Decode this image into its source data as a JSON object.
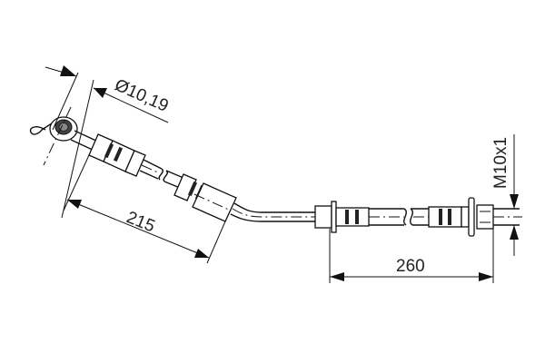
{
  "drawing": {
    "type": "brake-hose-technical-drawing",
    "dimensions": {
      "bore_diameter": "Ø10,19",
      "length_segment_1": "215",
      "length_segment_2": "260",
      "thread": "M10x1"
    }
  }
}
